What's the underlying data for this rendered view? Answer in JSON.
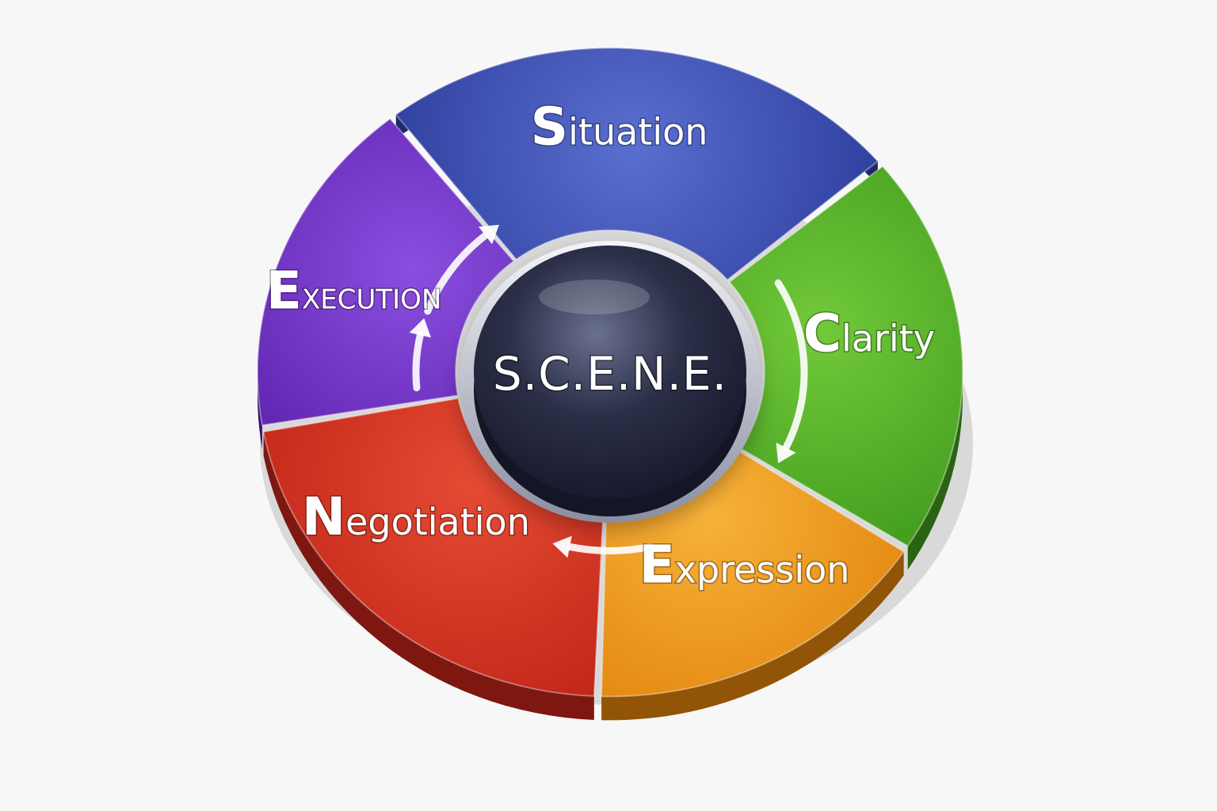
{
  "diagram": {
    "center_label": "S.C.E.N.E.",
    "segments": [
      {
        "id": "situation",
        "initial": "S",
        "rest": "ituation",
        "color": "#2f3f9e",
        "light": "#5a6fd0"
      },
      {
        "id": "clarity",
        "initial": "C",
        "rest": "larity",
        "color": "#3f9a1c",
        "light": "#72c93a"
      },
      {
        "id": "expression",
        "initial": "E",
        "rest": "xpression",
        "color": "#e0820a",
        "light": "#f7b23a"
      },
      {
        "id": "negotiation",
        "initial": "N",
        "rest": "egotiation",
        "color": "#c02418",
        "light": "#e54b33"
      },
      {
        "id": "execution",
        "initial": "E",
        "rest": "XECUTION",
        "color": "#5a1fa8",
        "light": "#8a4fe0"
      }
    ],
    "hub_color": "#2a2e45",
    "arrow_color": "#ffffff"
  }
}
